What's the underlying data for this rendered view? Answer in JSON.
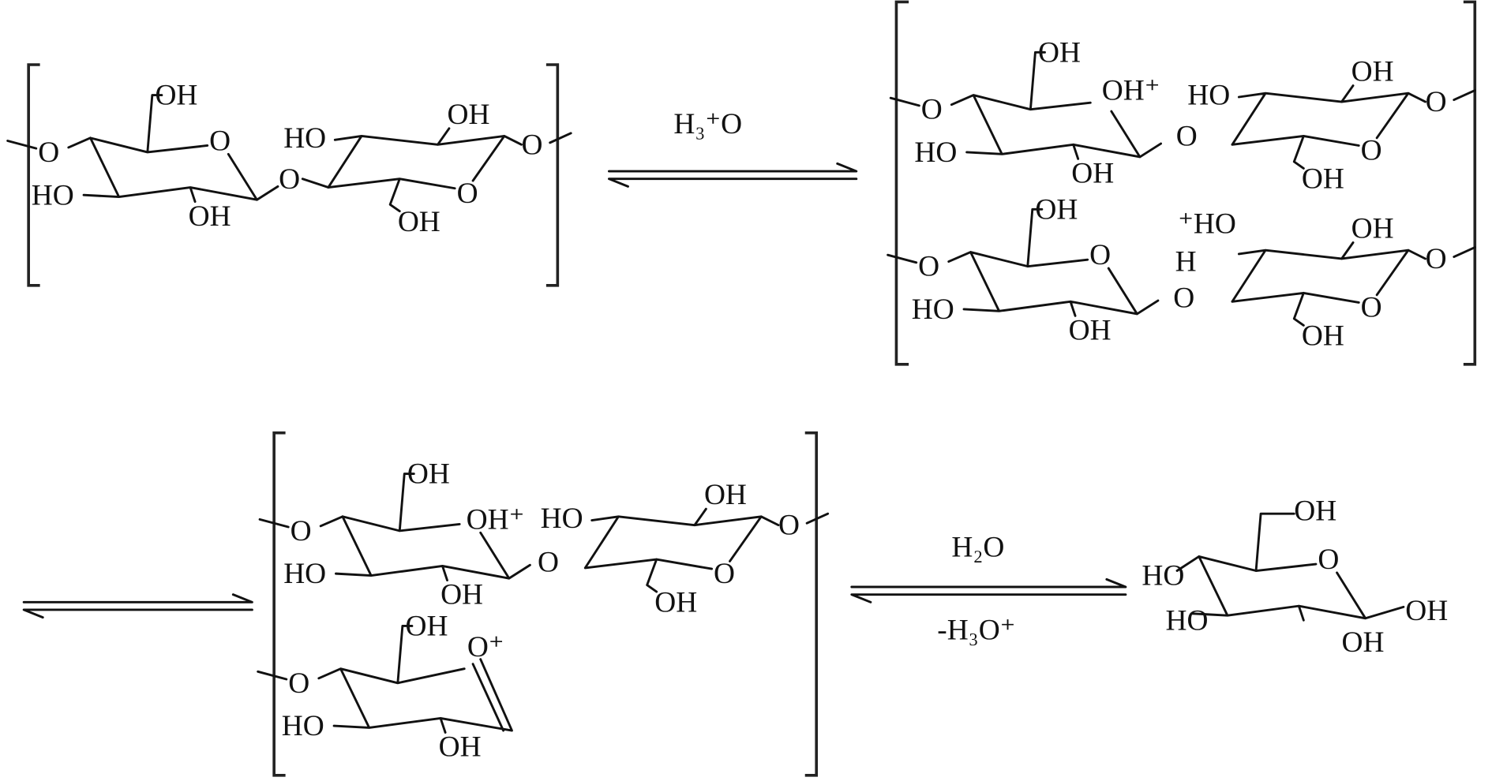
{
  "title": "Acid hydrolysis of cellulose",
  "labels": {
    "OH": "OH",
    "HO": "HO",
    "O": "O",
    "H": "H",
    "OH_plus": "OH⁺",
    "plus_HO": "⁺HO",
    "O_plus": "O⁺"
  },
  "reagents": {
    "step1": "H₃⁺O",
    "step3_top": "H₂O",
    "step3_bottom": "-H₃O⁺"
  }
}
